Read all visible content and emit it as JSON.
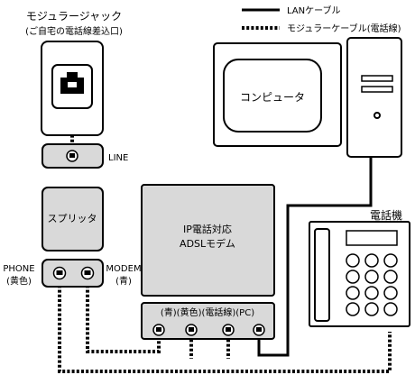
{
  "title": {
    "line1": "モジュラージャック",
    "line2": "(ご自宅の電話線差込口)"
  },
  "legend": {
    "lan": "LANケーブル",
    "modular": "モジュラーケーブル(電話線)"
  },
  "devices": {
    "line": "LINE",
    "splitter": "スプリッタ",
    "phone_port_1": "PHONE",
    "phone_port_2": "(黄色)",
    "modem_port_1": "MODEM",
    "modem_port_2": "(青)",
    "router_1": "IP電話対応",
    "router_2": "ADSLモデム",
    "ports_label": "(青)(黄色)(電話線)(PC)",
    "computer": "コンピュータ",
    "telephone": "電話機"
  },
  "icons": [
    "rj11-jack-icon",
    "port-icon",
    "keypad-icon",
    "computer-icon"
  ]
}
